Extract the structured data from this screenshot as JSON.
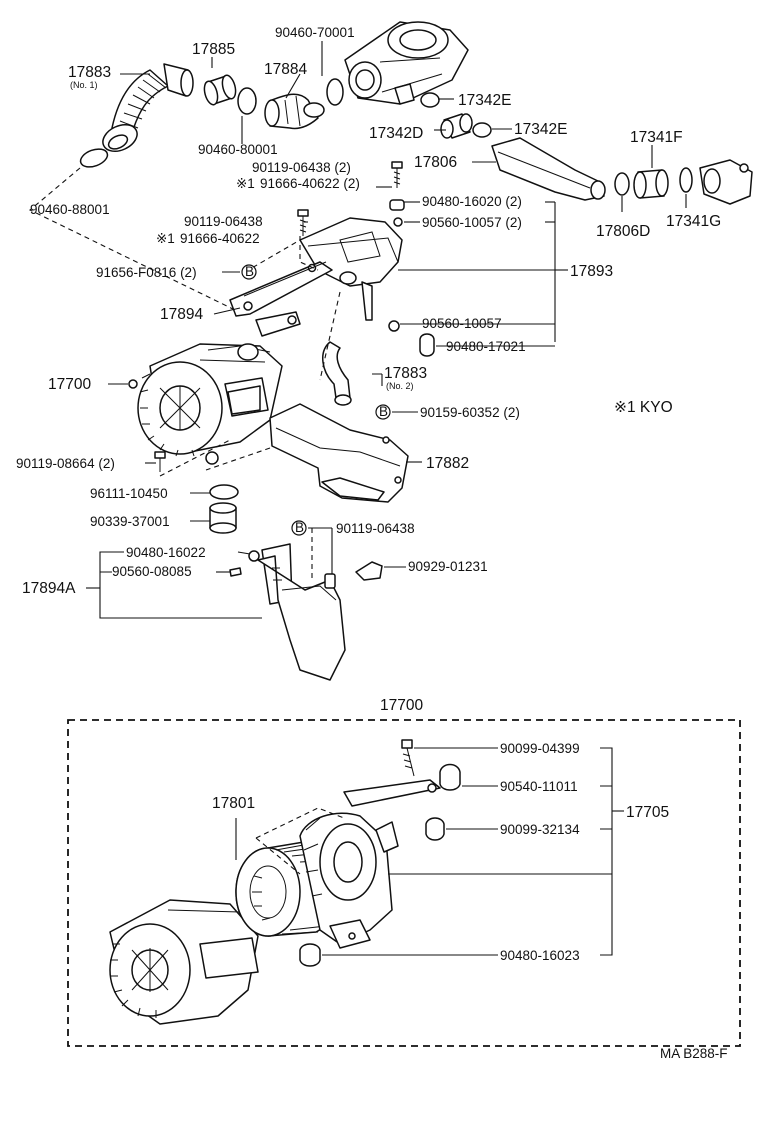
{
  "labels": {
    "p17883_no1": "17883",
    "p17883_no1_sub": "(No. 1)",
    "p17885": "17885",
    "p90460_70001": "90460-70001",
    "p17884": "17884",
    "p17342E_a": "17342E",
    "p17342D": "17342D",
    "p17342E_b": "17342E",
    "p90460_80001": "90460-80001",
    "p90460_88001": "90460-88001",
    "p17341F": "17341F",
    "p17806": "17806",
    "p90119_06438_2": "90119-06438 (2)",
    "p91666_40622_2": "91666-40622 (2)",
    "mark_a": "※1",
    "p90480_16020": "90480-16020 (2)",
    "p90560_10057_2": "90560-10057 (2)",
    "p17806D": "17806D",
    "p17341G": "17341G",
    "p90119_06438_b": "90119-06438",
    "p91666_40622_b": "91666-40622",
    "mark_b": "※1",
    "p17893": "17893",
    "p91656_F0816": "91656-F0816 (2)",
    "circle_b1": "B",
    "p17894": "17894",
    "p90560_10057": "90560-10057",
    "p90480_17021": "90480-17021",
    "p17700_top": "17700",
    "p17883_no2": "17883",
    "p17883_no2_sub": "(No. 2)",
    "circle_b2": "B",
    "p90159_60352": "90159-60352 (2)",
    "kyo_note": "※1 KYO",
    "p90119_08664": "90119-08664 (2)",
    "p17882": "17882",
    "p96111_10450": "96111-10450",
    "p90339_37001": "90339-37001",
    "circle_b3": "B",
    "p90119_06438_c": "90119-06438",
    "p90480_16022": "90480-16022",
    "p90560_08085": "90560-08085",
    "p17894A": "17894A",
    "p90929_01231": "90929-01231",
    "p17700_box": "17700",
    "p90099_04399": "90099-04399",
    "p90540_11011": "90540-11011",
    "p17801": "17801",
    "p17705": "17705",
    "p90099_32134": "90099-32134",
    "p90480_16023": "90480-16023",
    "code": "MA B288-F"
  }
}
